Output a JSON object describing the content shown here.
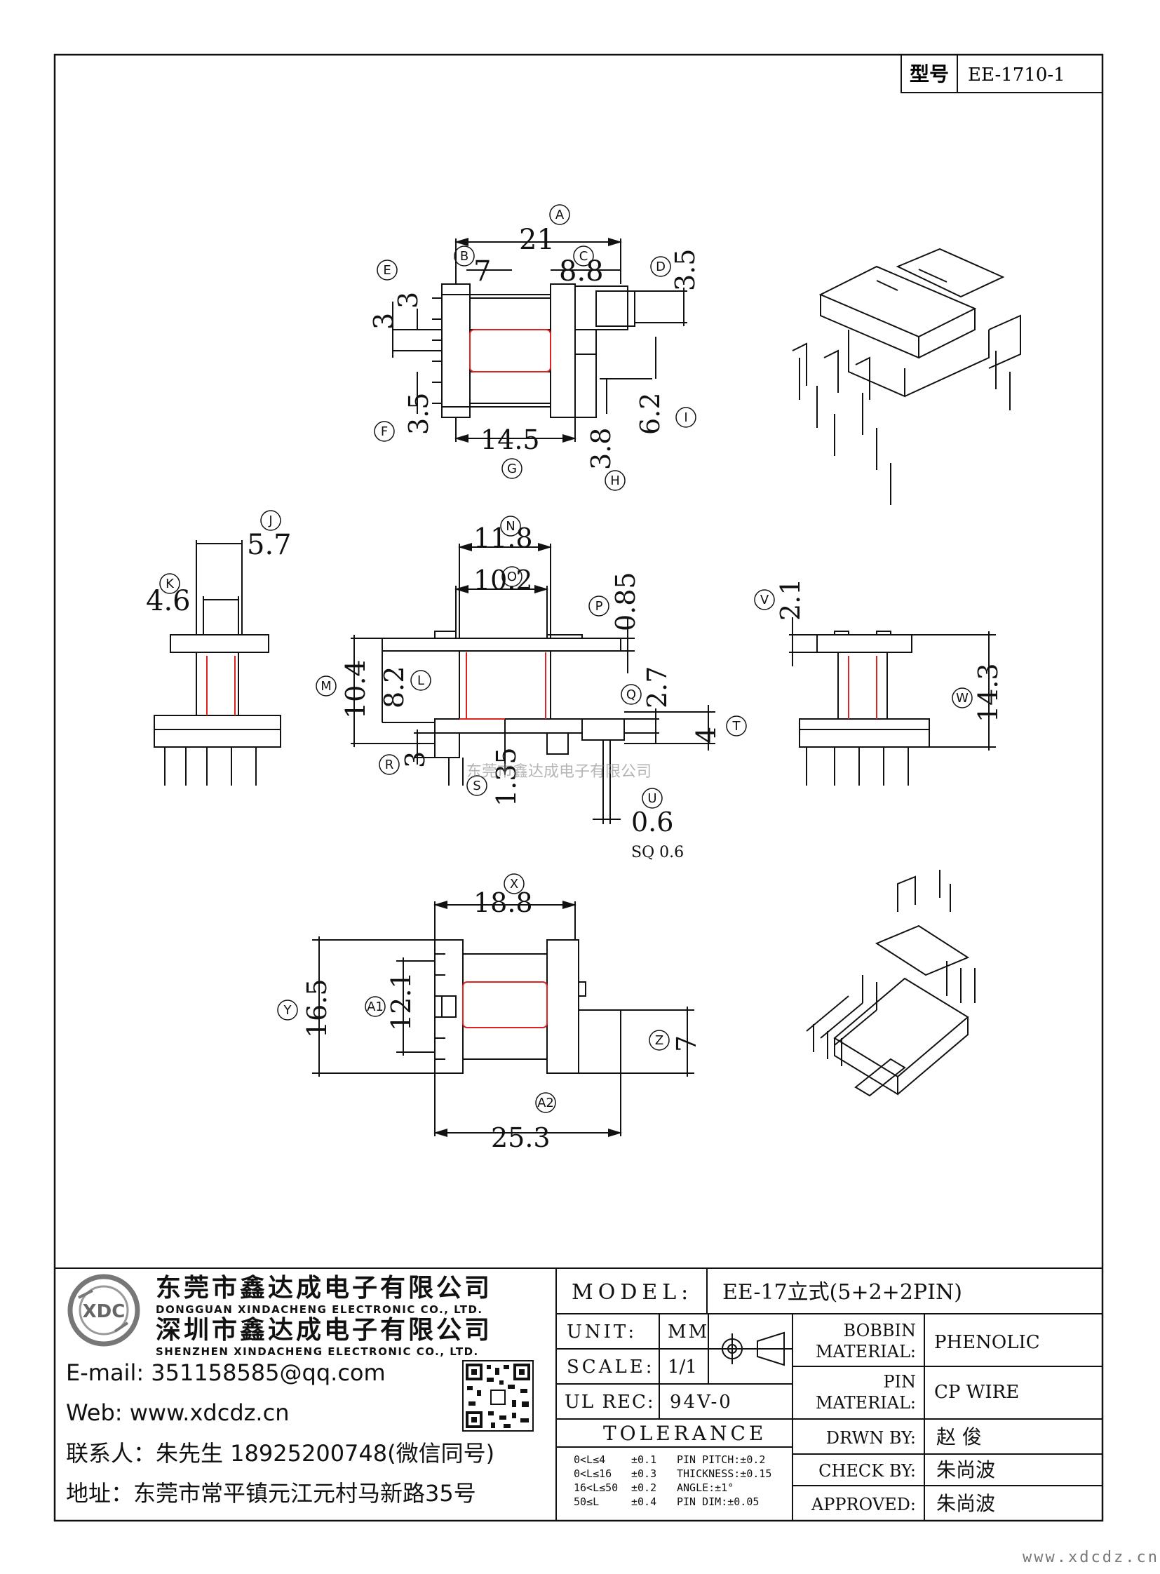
{
  "header": {
    "model_label": "型号",
    "model_value": "EE-1710-1"
  },
  "dimensions": {
    "top_view": [
      {
        "tag": "A",
        "value": "21"
      },
      {
        "tag": "B",
        "value": "7"
      },
      {
        "tag": "C",
        "value": "8.8"
      },
      {
        "tag": "D",
        "value": "3.5"
      },
      {
        "tag": "E",
        "value": "3"
      },
      {
        "tag": "E2",
        "value": "3"
      },
      {
        "tag": "F",
        "value": "3.5"
      },
      {
        "tag": "G",
        "value": "14.5"
      },
      {
        "tag": "H",
        "value": "3.8"
      },
      {
        "tag": "I",
        "value": "6.2"
      }
    ],
    "side_view": [
      {
        "tag": "J",
        "value": "5.7"
      },
      {
        "tag": "K",
        "value": "4.6"
      }
    ],
    "front_view": [
      {
        "tag": "N",
        "value": "11.8"
      },
      {
        "tag": "O",
        "value": "10.2"
      },
      {
        "tag": "P",
        "value": "0.85"
      },
      {
        "tag": "M",
        "value": "10.4"
      },
      {
        "tag": "L",
        "value": "8.2"
      },
      {
        "tag": "Q",
        "value": "2.7"
      },
      {
        "tag": "T",
        "value": "4"
      },
      {
        "tag": "R",
        "value": "3"
      },
      {
        "tag": "S",
        "value": "1.35"
      },
      {
        "tag": "U",
        "value": "0.6"
      },
      {
        "tag": "U_note",
        "value": "SQ 0.6"
      }
    ],
    "right_view": [
      {
        "tag": "V",
        "value": "2.1"
      },
      {
        "tag": "W",
        "value": "14.3"
      }
    ],
    "bottom_view": [
      {
        "tag": "X",
        "value": "18.8"
      },
      {
        "tag": "Y",
        "value": "16.5"
      },
      {
        "tag": "A1",
        "value": "12.1"
      },
      {
        "tag": "Z",
        "value": "7"
      },
      {
        "tag": "A2",
        "value": "25.3"
      }
    ]
  },
  "watermark": "东莞市鑫达成电子有限公司",
  "company": {
    "logo_text": "XDC",
    "name_cn_1": "东莞市鑫达成电子有限公司",
    "name_en_1": "DONGGUAN XINDACHENG ELECTRONIC CO., LTD.",
    "name_cn_2": "深圳市鑫达成电子有限公司",
    "name_en_2": "SHENZHEN XINDACHENG ELECTRONIC CO., LTD.",
    "email": "E-mail:  351158585@qq.com",
    "web": "Web:  www.xdcdz.cn",
    "contact": "联系人：朱先生 18925200748(微信同号)",
    "address": "地址：东莞市常平镇元江元村马新路35号"
  },
  "title_block": {
    "model_label": "MODEL:",
    "model_value": "EE-17立式(5+2+2PIN)",
    "unit_label": "UNIT:",
    "unit_value": "MM",
    "scale_label": "SCALE:",
    "scale_value": "1/1",
    "ul_label": "UL REC:",
    "ul_value": "94V-0",
    "tolerance_label": "TOLERANCE",
    "tolerance_rows": [
      {
        "range": "0<L≤4",
        "tol": "±0.1",
        "spec": "PIN PITCH:±0.2"
      },
      {
        "range": "0<L≤16",
        "tol": "±0.3",
        "spec": "THICKNESS:±0.15"
      },
      {
        "range": "16<L≤50",
        "tol": "±0.2",
        "spec": "ANGLE:±1°"
      },
      {
        "range": "50≤L",
        "tol": "±0.4",
        "spec": "PIN DIM:±0.05"
      }
    ],
    "bobbin_label_1": "BOBBIN",
    "bobbin_label_2": "MATERIAL:",
    "bobbin_value": "PHENOLIC",
    "pin_label_1": "PIN",
    "pin_label_2": "MATERIAL:",
    "pin_value": "CP WIRE",
    "drawn_label": "DRWN BY:",
    "drawn_value": "赵 俊",
    "check_label": "CHECK BY:",
    "check_value": "朱尚波",
    "approved_label": "APPROVED:",
    "approved_value": "朱尚波"
  },
  "footer_url": "www.xdcdz.cn"
}
